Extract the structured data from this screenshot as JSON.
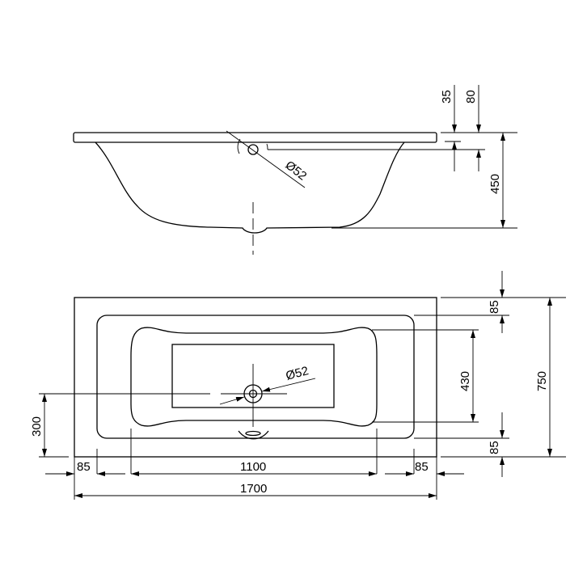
{
  "side_view": {
    "overflow_diameter": "Ø52",
    "dim_rim": "35",
    "dim_overflow_height": "80",
    "dim_depth": "450"
  },
  "top_view": {
    "drain_diameter": "Ø52",
    "dim_rim_top": "85",
    "dim_inner_width": "430",
    "dim_rim_bottom": "85",
    "dim_total_width": "750",
    "dim_drain_offset": "300",
    "dim_rim_left": "85",
    "dim_inner_length": "1100",
    "dim_rim_right": "85",
    "dim_total_length": "1700"
  },
  "colors": {
    "line": "#000000",
    "background": "#ffffff"
  }
}
